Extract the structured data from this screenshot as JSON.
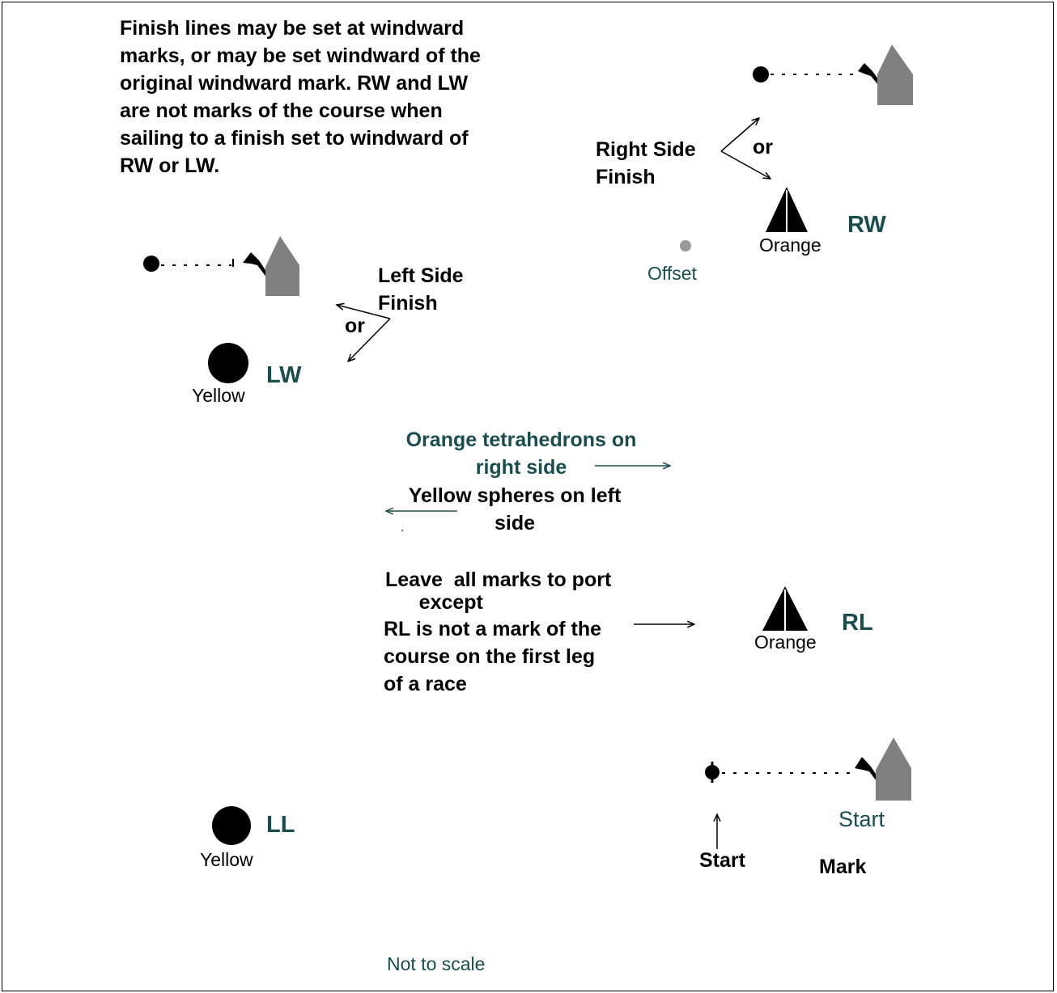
{
  "intro": "Finish lines may be set at windward\nmarks, or may be set windward of the\noriginal windward mark.  RW and LW\nare not marks of the course when\nsailing to a finish set to windward of\nRW or LW.",
  "right_side_finish": "Right Side\nFinish",
  "left_side_finish": "Left Side\nFinish",
  "or_right": "or",
  "or_left": "or",
  "marks": {
    "rw": {
      "label": "RW",
      "color": "Orange"
    },
    "lw": {
      "label": "LW",
      "color": "Yellow"
    },
    "rl": {
      "label": "RL",
      "color": "Orange"
    },
    "ll": {
      "label": "LL",
      "color": "Yellow"
    }
  },
  "offset": "Offset",
  "side_note_top": "Orange tetrahedrons on\nright side",
  "side_note_bottom": "Yellow spheres on left\nside",
  "leave_text": "Leave  all marks to port\n      except",
  "rl_note": "RL is not a mark of the\ncourse on the first leg\nof a race",
  "start_mark_teal": "Start",
  "start_pin": "Start",
  "mark": "Mark",
  "scale_note": "Not to scale",
  "colors": {
    "teal": "#1a4d4d",
    "committee_boat": "#808080",
    "offset_mark": "#999999"
  }
}
